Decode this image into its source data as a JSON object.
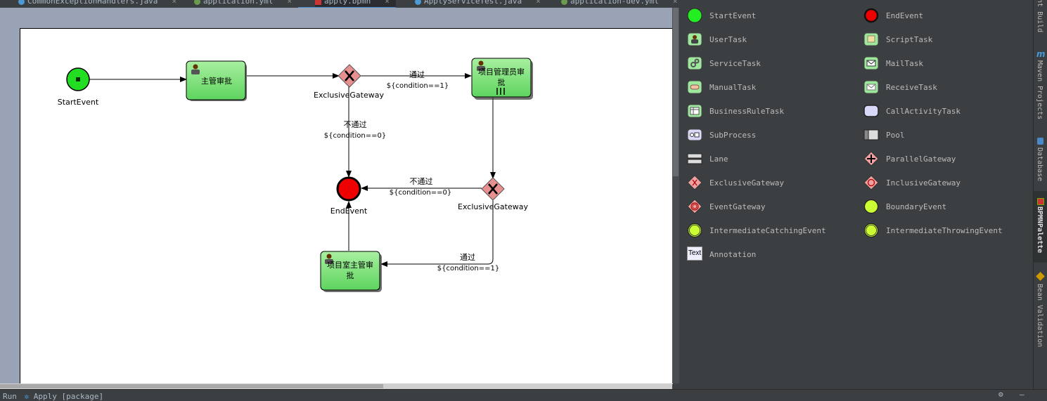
{
  "tabs": [
    {
      "label": "CommonExceptionHandlers.java",
      "icon": "java-class-icon",
      "color": "#4a9ad8",
      "active": false
    },
    {
      "label": "application.yml",
      "icon": "yml-file-icon",
      "color": "#6a9c4f",
      "active": false
    },
    {
      "label": "apply.bpmn",
      "icon": "bpmn-file-icon",
      "color": "#cc3333",
      "active": true
    },
    {
      "label": "ApplyServiceTest.java",
      "icon": "java-class-icon",
      "color": "#4a9ad8",
      "active": false
    },
    {
      "label": "application-dev.yml",
      "icon": "yml-file-icon",
      "color": "#6a9c4f",
      "active": false
    }
  ],
  "diagram": {
    "start_event": "StartEvent",
    "end_event": "EndEvent",
    "task_manager": "主管审批",
    "task_pm": "项目管理员审批",
    "task_pm_line1": "项目管理员审",
    "task_pm_line2": "批",
    "task_room": "项目室主管审批",
    "task_room_line1": "项目室主管审",
    "task_room_line2": "批",
    "gateway1": "ExclusiveGateway",
    "gateway2": "ExclusiveGateway",
    "flow_pass_1": "通过",
    "flow_pass_1_cond": "${condition==1}",
    "flow_reject_1": "不通过",
    "flow_reject_1_cond": "${condition==0}",
    "flow_reject_2": "不通过",
    "flow_reject_2_cond": "${condition==0}",
    "flow_pass_2": "通过",
    "flow_pass_2_cond": "${condition==1}"
  },
  "palette": {
    "items": [
      {
        "label": "StartEvent",
        "icon": "start-event-icon"
      },
      {
        "label": "EndEvent",
        "icon": "end-event-icon"
      },
      {
        "label": "UserTask",
        "icon": "user-task-icon"
      },
      {
        "label": "ScriptTask",
        "icon": "script-task-icon"
      },
      {
        "label": "ServiceTask",
        "icon": "service-task-icon"
      },
      {
        "label": "MailTask",
        "icon": "mail-task-icon"
      },
      {
        "label": "ManualTask",
        "icon": "manual-task-icon"
      },
      {
        "label": "ReceiveTask",
        "icon": "receive-task-icon"
      },
      {
        "label": "BusinessRuleTask",
        "icon": "business-rule-task-icon"
      },
      {
        "label": "CallActivityTask",
        "icon": "call-activity-task-icon"
      },
      {
        "label": "SubProcess",
        "icon": "subprocess-icon"
      },
      {
        "label": "Pool",
        "icon": "pool-icon"
      },
      {
        "label": "Lane",
        "icon": "lane-icon"
      },
      {
        "label": "ParallelGateway",
        "icon": "parallel-gateway-icon"
      },
      {
        "label": "ExclusiveGateway",
        "icon": "exclusive-gateway-icon"
      },
      {
        "label": "InclusiveGateway",
        "icon": "inclusive-gateway-icon"
      },
      {
        "label": "EventGateway",
        "icon": "event-gateway-icon"
      },
      {
        "label": "BoundaryEvent",
        "icon": "boundary-event-icon"
      },
      {
        "label": "IntermediateCatchingEvent",
        "icon": "intermediate-catching-event-icon"
      },
      {
        "label": "IntermediateThrowingEvent",
        "icon": "intermediate-throwing-event-icon"
      },
      {
        "label": "Annotation",
        "icon": "annotation-icon"
      }
    ],
    "annotation_glyph": "Text"
  },
  "sidebar": {
    "gradle_build": "Ant Build",
    "maven": "Maven Projects",
    "database": "Database",
    "bpmn_palette": "BPMNPalette",
    "bean_validation": "Bean Validation"
  },
  "statusbar": {
    "run_label": "Run",
    "run_config": "Apply [package]"
  },
  "colors": {
    "task_fill": "#7ee07e",
    "start_fill": "#22dd22",
    "end_fill": "#ee0000",
    "gateway_fill": "#e89090",
    "palette_bg": "#3c3f41",
    "accent": "#4a88c7"
  }
}
